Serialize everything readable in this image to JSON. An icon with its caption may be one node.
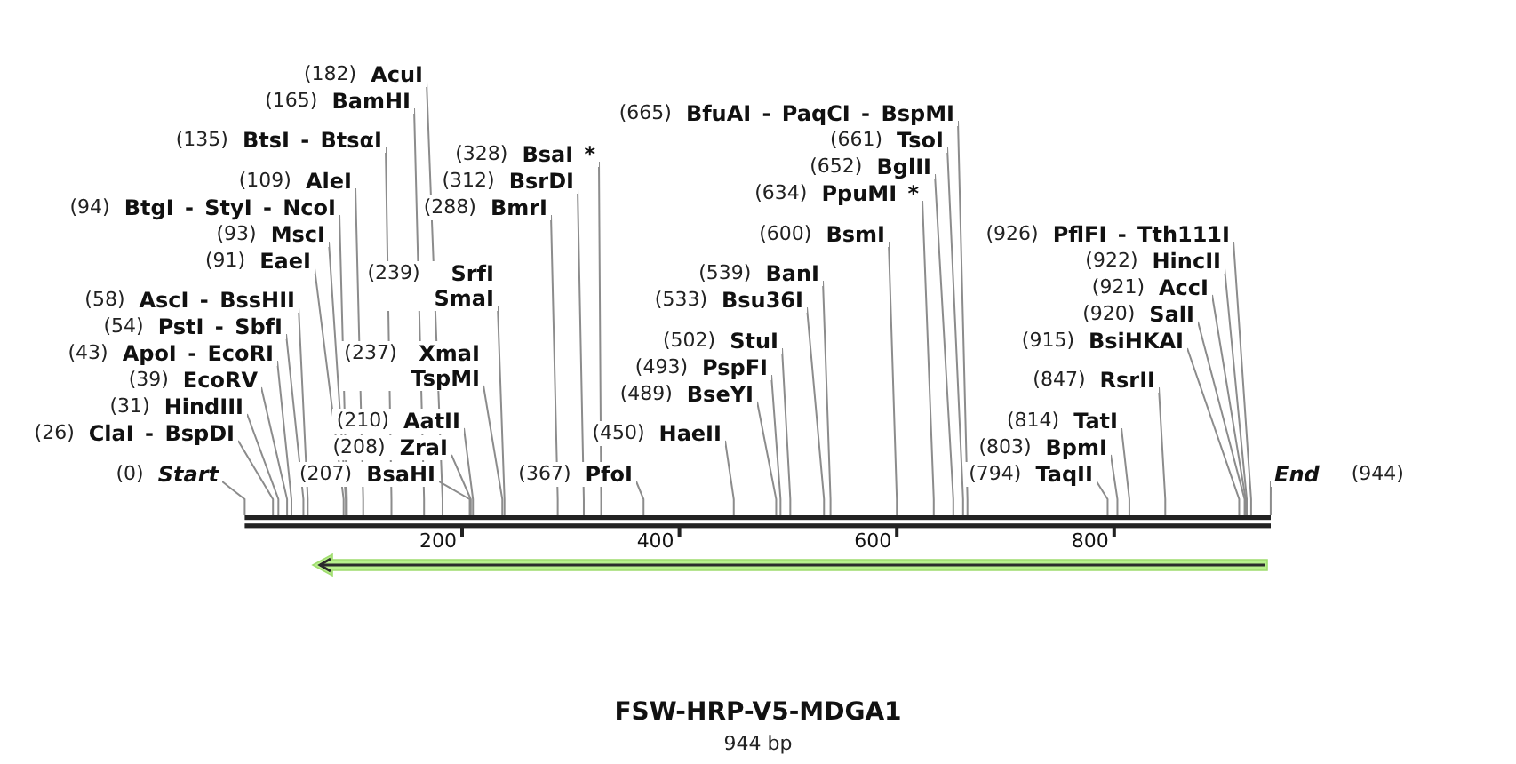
{
  "diagram": {
    "title": "FSW-HRP-V5-MDGA1",
    "nodes": [
      {
        "text": [
          "(182)",
          "AcuI"
        ]
      },
      {
        "text": [
          "(165)",
          "BamHI"
        ]
      },
      {
        "text": [
          "(665)",
          "BfuAI - PaqCI - BspMI"
        ]
      },
      {
        "text": [
          "(135)",
          "BtsI - BtsαI"
        ]
      },
      {
        "text": [
          "(661)",
          "TsoI"
        ]
      },
      {
        "text": [
          "(328)",
          "BsaI *"
        ]
      },
      {
        "text": [
          "(652)",
          "BglII"
        ]
      },
      {
        "text": [
          "(109)",
          "AleI"
        ]
      },
      {
        "text": [
          "(312)",
          "BsrDI"
        ]
      },
      {
        "text": [
          "(634)",
          "PpuMI *"
        ]
      },
      {
        "text": [
          "(94)",
          "BtgI - StyI - NcoI"
        ]
      },
      {
        "text": [
          "(288)",
          "BmrI"
        ]
      },
      {
        "text": [
          "(93)",
          "MscI"
        ]
      },
      {
        "text": [
          "(600)",
          "BsmI"
        ]
      },
      {
        "text": [
          "(926)",
          "PflFI - Tth111I"
        ]
      },
      {
        "text": [
          "(91)",
          "EaeI"
        ]
      },
      {
        "text": [
          "(922)",
          "HincII"
        ]
      },
      {
        "text": [
          "(239)",
          "SrfI",
          "SmaI"
        ]
      },
      {
        "text": [
          "(539)",
          "BanI"
        ]
      },
      {
        "text": [
          "(921)",
          "AccI"
        ]
      },
      {
        "text": [
          "(58)",
          "AscI - BssHII"
        ]
      },
      {
        "text": [
          "(533)",
          "Bsu36I"
        ]
      },
      {
        "text": [
          "(920)",
          "SalI"
        ]
      },
      {
        "text": [
          "(54)",
          "PstI - SbfI"
        ]
      },
      {
        "text": [
          "(502)",
          "StuI"
        ]
      },
      {
        "text": [
          "(915)",
          "BsiHKAI"
        ]
      },
      {
        "text": [
          "(43)",
          "ApoI - EcoRI"
        ]
      },
      {
        "text": [
          "(237)",
          "XmaI",
          "TspMI"
        ]
      },
      {
        "text": [
          "(493)",
          "PspFI"
        ]
      },
      {
        "text": [
          "(39)",
          "EcoRV"
        ]
      },
      {
        "text": [
          "(847)",
          "RsrII"
        ]
      },
      {
        "text": [
          "(489)",
          "BseYI"
        ]
      },
      {
        "text": [
          "(31)",
          "HindIII"
        ]
      },
      {
        "text": [
          "(210)",
          "AatII"
        ]
      },
      {
        "text": [
          "(814)",
          "TatI"
        ]
      },
      {
        "text": [
          "(26)",
          "ClaI - BspDI"
        ]
      },
      {
        "text": [
          "(450)",
          "HaeII"
        ]
      },
      {
        "text": [
          "(208)",
          "ZraI"
        ]
      },
      {
        "text": [
          "(803)",
          "BpmI"
        ]
      },
      {
        "text": [
          "(0)",
          "Start"
        ]
      },
      {
        "text": [
          "(207)",
          "BsaHI"
        ]
      },
      {
        "text": [
          "(367)",
          "PfoI"
        ]
      },
      {
        "text": [
          "(794)",
          "TaqII"
        ]
      },
      {
        "text": [
          "End",
          "(944)"
        ]
      }
    ],
    "edges": [
      {
        "from": 0,
        "to": null,
        "arrow": "none"
      },
      {
        "from": 1,
        "to": null,
        "arrow": "none"
      },
      {
        "from": 2,
        "to": null,
        "arrow": "none"
      },
      {
        "from": 3,
        "to": null,
        "arrow": "none"
      },
      {
        "from": 4,
        "to": null,
        "arrow": "none"
      },
      {
        "from": 5,
        "to": null,
        "arrow": "none"
      },
      {
        "from": 6,
        "to": null,
        "arrow": "none"
      },
      {
        "from": 7,
        "to": null,
        "arrow": "none"
      },
      {
        "from": 8,
        "to": null,
        "arrow": "none"
      },
      {
        "from": 9,
        "to": null,
        "arrow": "none"
      },
      {
        "from": 10,
        "to": null,
        "arrow": "none"
      },
      {
        "from": 11,
        "to": null,
        "arrow": "none"
      },
      {
        "from": 12,
        "to": null,
        "arrow": "none"
      },
      {
        "from": 13,
        "to": null,
        "arrow": "none"
      },
      {
        "from": 14,
        "to": null,
        "arrow": "none"
      },
      {
        "from": 15,
        "to": null,
        "arrow": "none"
      },
      {
        "from": 16,
        "to": null,
        "arrow": "none"
      },
      {
        "from": 17,
        "to": null,
        "arrow": "none"
      },
      {
        "from": 18,
        "to": null,
        "arrow": "none"
      },
      {
        "from": 19,
        "to": null,
        "arrow": "none"
      },
      {
        "from": 20,
        "to": null,
        "arrow": "none"
      },
      {
        "from": 21,
        "to": null,
        "arrow": "none"
      },
      {
        "from": 22,
        "to": null,
        "arrow": "none"
      },
      {
        "from": 23,
        "to": null,
        "arrow": "none"
      },
      {
        "from": 24,
        "to": null,
        "arrow": "none"
      },
      {
        "from": 25,
        "to": null,
        "arrow": "none"
      },
      {
        "from": 26,
        "to": null,
        "arrow": "none"
      },
      {
        "from": 27,
        "to": null,
        "arrow": "none"
      },
      {
        "from": 28,
        "to": null,
        "arrow": "none"
      },
      {
        "from": 29,
        "to": null,
        "arrow": "none"
      },
      {
        "from": 30,
        "to": null,
        "arrow": "none"
      },
      {
        "from": 31,
        "to": null,
        "arrow": "none"
      },
      {
        "from": 32,
        "to": null,
        "arrow": "none"
      },
      {
        "from": 33,
        "to": null,
        "arrow": "none"
      },
      {
        "from": 34,
        "to": null,
        "arrow": "none"
      },
      {
        "from": 35,
        "to": null,
        "arrow": "none"
      },
      {
        "from": 36,
        "to": null,
        "arrow": "none"
      },
      {
        "from": 37,
        "to": null,
        "arrow": "none"
      },
      {
        "from": 38,
        "to": null,
        "arrow": "none"
      },
      {
        "from": 39,
        "to": null,
        "arrow": "none"
      },
      {
        "from": 40,
        "to": null,
        "arrow": "none"
      },
      {
        "from": 41,
        "to": null,
        "arrow": "none"
      },
      {
        "from": 42,
        "to": null,
        "arrow": "none"
      },
      {
        "from": 43,
        "to": null,
        "arrow": "none"
      }
    ],
    "labels": [
      "200",
      "400",
      "600",
      "800",
      "944 bp"
    ]
  }
}
